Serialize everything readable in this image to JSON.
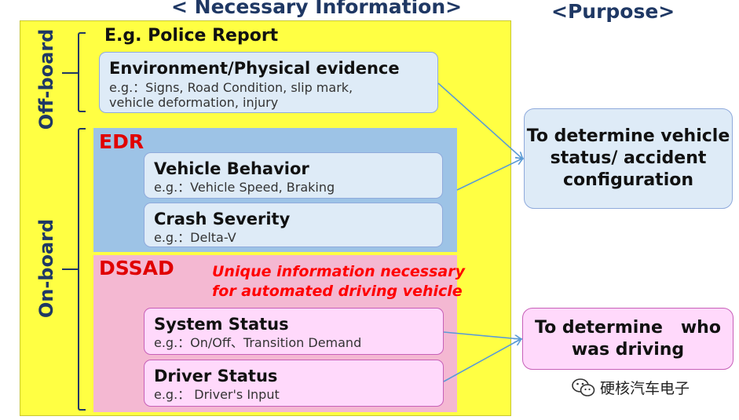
{
  "headers": {
    "necessary": "< Necessary Information>",
    "purpose": "<Purpose>"
  },
  "offboard": {
    "label": "Off-board",
    "title": "E.g. Police Report",
    "box": {
      "title": "Environment/Physical evidence",
      "line1": "e.g.：Signs, Road Condition, slip mark,",
      "line2": "vehicle deformation, injury"
    }
  },
  "onboard": {
    "label": "On-board",
    "edr": {
      "title": "EDR",
      "boxes": [
        {
          "title": "Vehicle Behavior",
          "sub": "e.g.：Vehicle Speed, Braking"
        },
        {
          "title": "Crash Severity",
          "sub": "e.g.：Delta-V"
        }
      ]
    },
    "dssad": {
      "title": "DSSAD",
      "note_line1": "Unique information necessary",
      "note_line2": "for automated driving vehicle",
      "boxes": [
        {
          "title": "System Status",
          "sub": "e.g.：On/Off、Transition Demand"
        },
        {
          "title": "Driver Status",
          "sub": "e.g.： Driver's Input"
        }
      ]
    }
  },
  "purposes": {
    "top_line1": "To determine vehicle",
    "top_line2": "status/ accident",
    "top_line3": "configuration",
    "bottom_line1": "To determine   who",
    "bottom_line2": "was driving"
  },
  "watermark": "硬核汽车电子",
  "colors": {
    "yellow_bg": "#ffff43",
    "edr_panel": "#9dc3e6",
    "dssad_panel": "#f4b8d2",
    "blue_box": "#deebf7",
    "pink_box": "#ffd9fb",
    "title_red": "#e00000",
    "header_navy": "#1f3864",
    "arrow": "#5b9bd5"
  }
}
